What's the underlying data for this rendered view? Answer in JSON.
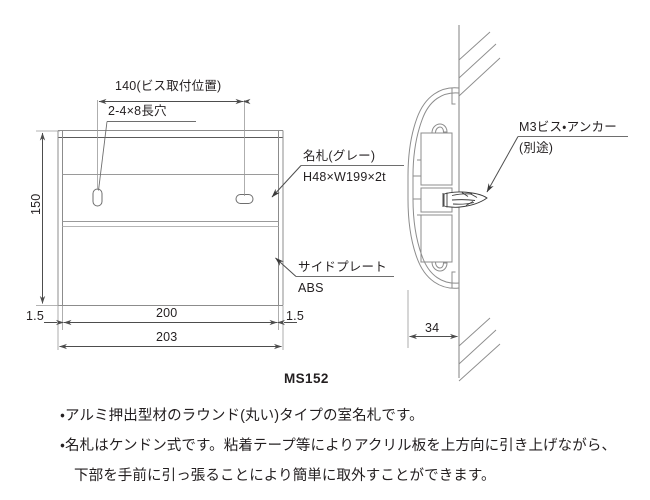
{
  "drawing": {
    "part_number": "MS152",
    "front_view": {
      "dimensions": {
        "screw_position": "140(ビス取付位置)",
        "slot_spec": "2-4×8長穴",
        "height": "150",
        "left_edge": "1.5",
        "right_edge": "1.5",
        "inner_width": "200",
        "overall_width": "203"
      },
      "callouts": [
        {
          "line1": "名札(グレー)",
          "line2": "H48×W199×2t"
        },
        {
          "line1": "サイドプレート",
          "line2": "ABS"
        }
      ]
    },
    "side_view": {
      "dimensions": {
        "depth": "34"
      },
      "callouts": [
        {
          "line1": "M3ビス・アンカー",
          "line2": "(別途)"
        }
      ]
    }
  },
  "notes": [
    "・アルミ押出型材のラウンド(丸い)タイプの室名札です。",
    "・名札はケンドン式です。粘着テープ等によりアクリル板を上方向に引き上げながら、",
    "下部を手前に引っ張ることにより簡単に取外すことができます。"
  ],
  "colors": {
    "line": "#808080",
    "line_dark": "#5a5a5a",
    "text": "#231f20",
    "background": "#ffffff"
  },
  "icons": {
    "arrow": "dimension-arrow-icon",
    "hatch": "wall-hatch-icon",
    "anchor": "wall-anchor-icon"
  }
}
